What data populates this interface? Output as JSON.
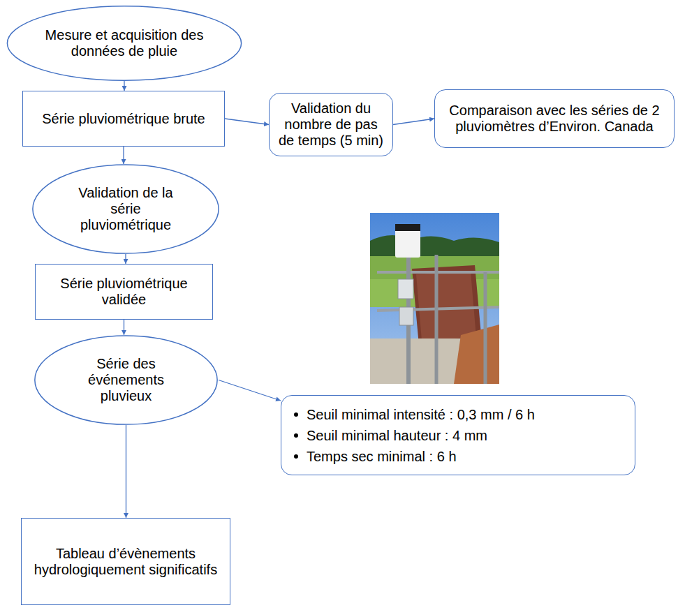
{
  "diagram": {
    "nodes": [
      {
        "text": [
          "Mesure et acquisition des données de pluie"
        ]
      },
      {
        "text": [
          "Série pluviométrique brute"
        ]
      },
      {
        "text": [
          "Validation du nombre de pas de temps (5 min)"
        ]
      },
      {
        "text": [
          "Comparaison avec les séries de 2 pluviomètres d’Environ. Canada"
        ]
      },
      {
        "text": [
          "Validation de la série pluviométrique"
        ]
      },
      {
        "text": [
          "Série pluviométrique validée"
        ]
      },
      {
        "text": [
          "Série des événements pluvieux"
        ]
      },
      {
        "text": [
          "Seuil minimal intensité : 0,3 mm / 6 h",
          "Seuil minimal hauteur : 4 mm",
          "Temps sec minimal : 6 h"
        ]
      },
      {
        "text": [
          "Tableau d’évènements hydrologiquement significatifs"
        ]
      }
    ],
    "edges": [
      {
        "from": 0,
        "to": 1,
        "arrow": "to"
      },
      {
        "from": 1,
        "to": 2,
        "arrow": "to"
      },
      {
        "from": 2,
        "to": 3,
        "arrow": "to"
      },
      {
        "from": 1,
        "to": 4,
        "arrow": "to"
      },
      {
        "from": 4,
        "to": 5,
        "arrow": "to"
      },
      {
        "from": 5,
        "to": 6,
        "arrow": "to"
      },
      {
        "from": 6,
        "to": 7,
        "arrow": "to"
      },
      {
        "from": 6,
        "to": 8,
        "arrow": "to"
      }
    ]
  }
}
